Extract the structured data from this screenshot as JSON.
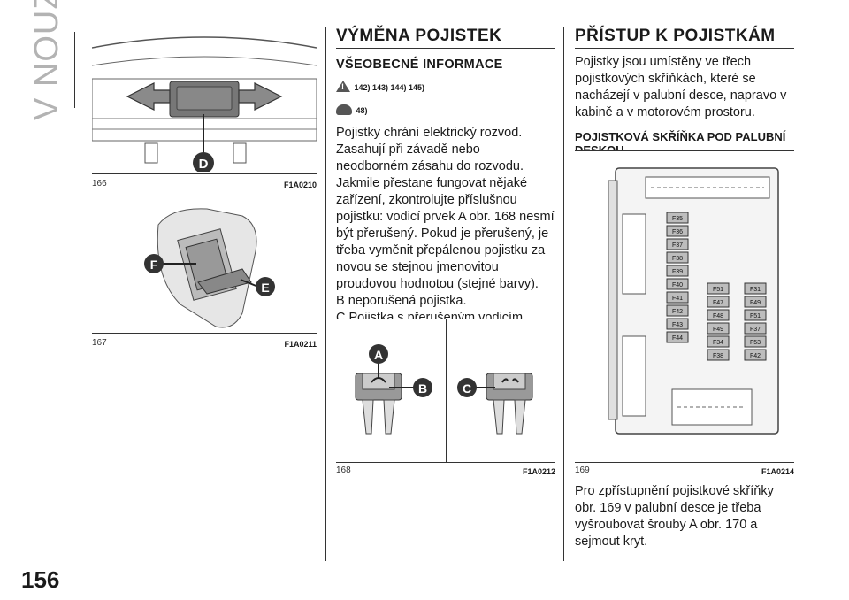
{
  "side_tab": "V NOUZI",
  "page_number": "156",
  "fig166": {
    "num": "166",
    "code": "F1A0210",
    "label_d": "D"
  },
  "fig167": {
    "num": "167",
    "code": "F1A0211",
    "label_f": "F",
    "label_e": "E"
  },
  "fig168": {
    "num": "168",
    "code": "F1A0212",
    "label_a": "A",
    "label_b": "B",
    "label_c": "C"
  },
  "fig169": {
    "num": "169",
    "code": "F1A0214",
    "fuses_left": [
      "F35",
      "F36",
      "F37",
      "F38",
      "F39",
      "F40",
      "F41",
      "F42",
      "F43",
      "F44"
    ],
    "fuses_mid": [
      "F51",
      "F47",
      "F48",
      "F49",
      "F34",
      "F38"
    ],
    "fuses_right": [
      "F31",
      "F49",
      "F51",
      "F37",
      "F53",
      "F42"
    ]
  },
  "main": {
    "title": "VÝMĚNA POJISTEK",
    "subtitle": "VŠEOBECNÉ INFORMACE",
    "refs_warning": "142) 143) 144) 145)",
    "refs_note": "48)",
    "paragraph": "Pojistky chrání elektrický rozvod. Zasahují při závadě nebo neodborném zásahu do rozvodu. Jakmile přestane fungovat nějaké zařízení, zkontrolujte příslušnou pojistku: vodicí prvek A obr. 168 nesmí být přerušený. Pokud je přerušený, je třeba vyměnit přepálenou pojistku za novou se stejnou jmenovitou proudovou hodnotou (stejné barvy).",
    "item_b": "B neporušená pojistka.",
    "item_c": "C Pojistka s přerušeným vodicím prvkem."
  },
  "right": {
    "title": "PŘÍSTUP K POJISTKÁM",
    "paragraph": "Pojistky jsou umístěny ve třech pojistkových skříňkách, které se nacházejí v palubní desce, napravo v kabině a v motorovém prostoru.",
    "subtitle": "POJISTKOVÁ SKŘÍŇKA POD PALUBNÍ DESKOU",
    "paragraph2": "Pro zpřístupnění pojistkové skříňky obr. 169 v palubní desce je třeba vyšroubovat šrouby A obr. 170 a sejmout kryt."
  },
  "colors": {
    "text": "#1a1a1a",
    "tab": "#b3b3b3"
  }
}
